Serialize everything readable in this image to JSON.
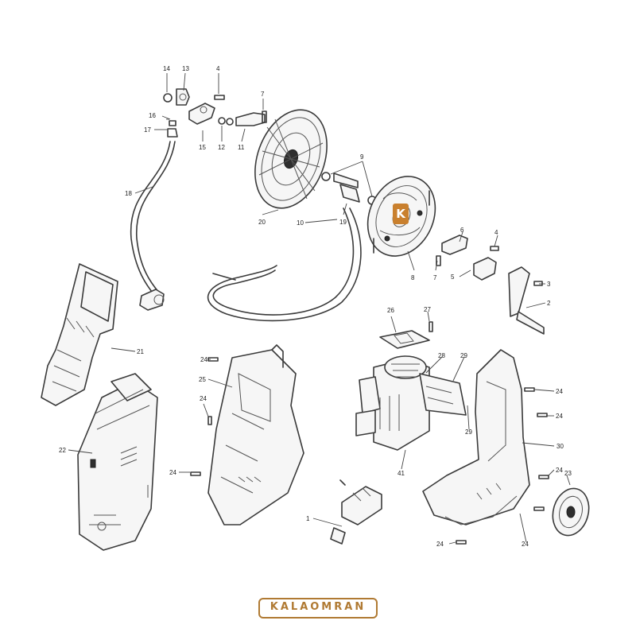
{
  "brand": {
    "text": "KALAOMRAN",
    "logo_letter": "K",
    "color": "#b07a33"
  },
  "callouts": {
    "c1": "1",
    "c2": "2",
    "c3": "3",
    "c4a": "4",
    "c4b": "4",
    "c5": "5",
    "c6": "6",
    "c7a": "7",
    "c7b": "7",
    "c8": "8",
    "c9": "9",
    "c10": "10",
    "c11": "11",
    "c12": "12",
    "c13": "13",
    "c14": "14",
    "c15": "15",
    "c16": "16",
    "c17": "17",
    "c18": "18",
    "c19": "19",
    "c20": "20",
    "c21": "21",
    "c22": "22",
    "c23": "23",
    "c24a": "24",
    "c24b": "24",
    "c24c": "24",
    "c24d": "24",
    "c24e": "24",
    "c24f": "24",
    "c24g": "24",
    "c24h": "24",
    "c25": "25",
    "c26": "26",
    "c27": "27",
    "c28": "28",
    "c29a": "29",
    "c29b": "29",
    "c30": "30",
    "c41": "41"
  }
}
